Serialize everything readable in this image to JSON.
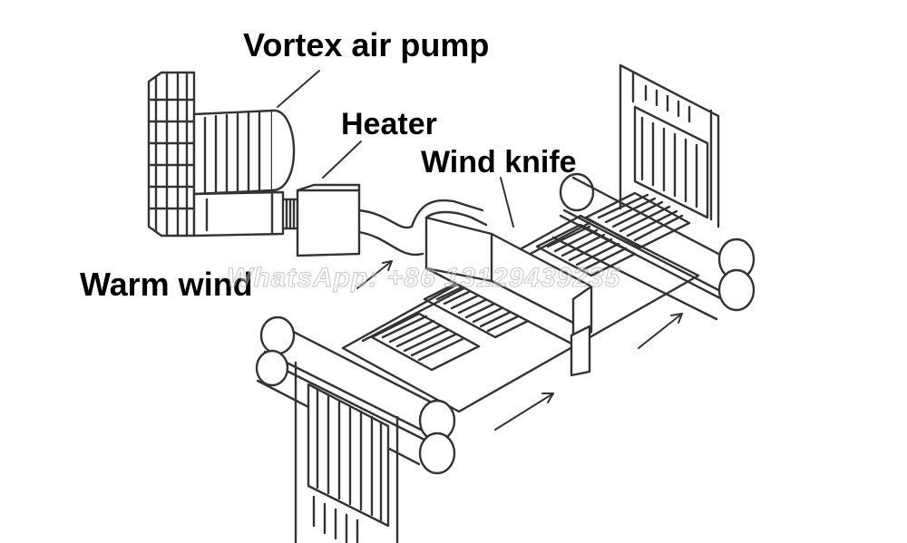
{
  "labels": {
    "vortex_air_pump": "Vortex air pump",
    "heater": "Heater",
    "wind_knife": "Wind knife",
    "warm_wind": "Warm wind"
  },
  "watermark": "WhatsApp: +86 13129439235",
  "colors": {
    "line": "#333333",
    "text": "#000000",
    "background": "#ffffff"
  }
}
